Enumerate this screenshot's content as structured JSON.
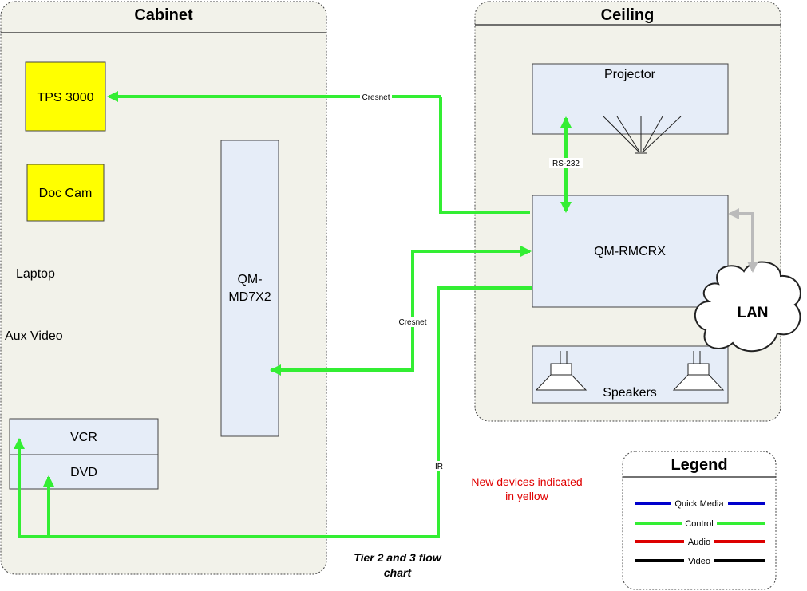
{
  "panels": {
    "cabinet": {
      "title": "Cabinet"
    },
    "ceiling": {
      "title": "Ceiling"
    },
    "legend": {
      "title": "Legend",
      "items": [
        {
          "label": "Quick Media",
          "color": "#0000cc"
        },
        {
          "label": "Control",
          "color": "#33ee33"
        },
        {
          "label": "Audio",
          "color": "#dd0000"
        },
        {
          "label": "Video",
          "color": "#000000"
        }
      ]
    }
  },
  "devices": {
    "tps": "TPS 3000",
    "doccam": "Doc Cam",
    "laptop": "Laptop",
    "auxvideo": "Aux Video",
    "switcher_line1": "QM-",
    "switcher_line2": "MD7X2",
    "vcr": "VCR",
    "dvd": "DVD",
    "projector": "Projector",
    "controller": "QM-RMCRX",
    "speakers": "Speakers",
    "lan": "LAN"
  },
  "connections": {
    "cresnet_top": "Cresnet",
    "rs232": "RS-232",
    "cresnet_mid": "Cresnet",
    "ir": "IR"
  },
  "notes": {
    "new_devices_line1": "New devices indicated",
    "new_devices_line2": "in yellow",
    "caption_line1": "Tier 2 and 3 flow",
    "caption_line2": "chart"
  },
  "colors": {
    "new_device": "#ffff00",
    "device_fill": "#e6edf8",
    "panel_fill": "#f2f2ea",
    "control_line": "#33ee33",
    "lan_link": "#bbbbbb",
    "note_text": "#e00000"
  }
}
